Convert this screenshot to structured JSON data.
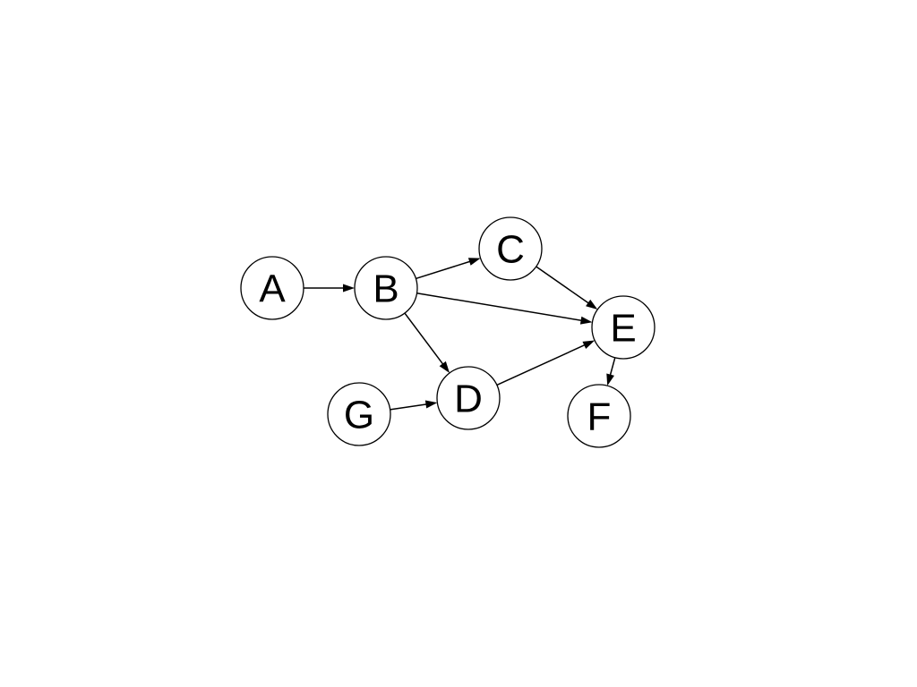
{
  "diagram": {
    "type": "directed-graph",
    "stroke_color": "#000000",
    "fill_color": "#ffffff",
    "nodes": [
      {
        "id": "A",
        "label": "A"
      },
      {
        "id": "B",
        "label": "B"
      },
      {
        "id": "C",
        "label": "C"
      },
      {
        "id": "D",
        "label": "D"
      },
      {
        "id": "E",
        "label": "E"
      },
      {
        "id": "F",
        "label": "F"
      },
      {
        "id": "G",
        "label": "G"
      }
    ],
    "edges": [
      {
        "from": "A",
        "to": "B"
      },
      {
        "from": "B",
        "to": "C"
      },
      {
        "from": "B",
        "to": "E"
      },
      {
        "from": "B",
        "to": "D"
      },
      {
        "from": "C",
        "to": "E"
      },
      {
        "from": "D",
        "to": "E"
      },
      {
        "from": "G",
        "to": "D"
      },
      {
        "from": "E",
        "to": "F"
      }
    ]
  }
}
